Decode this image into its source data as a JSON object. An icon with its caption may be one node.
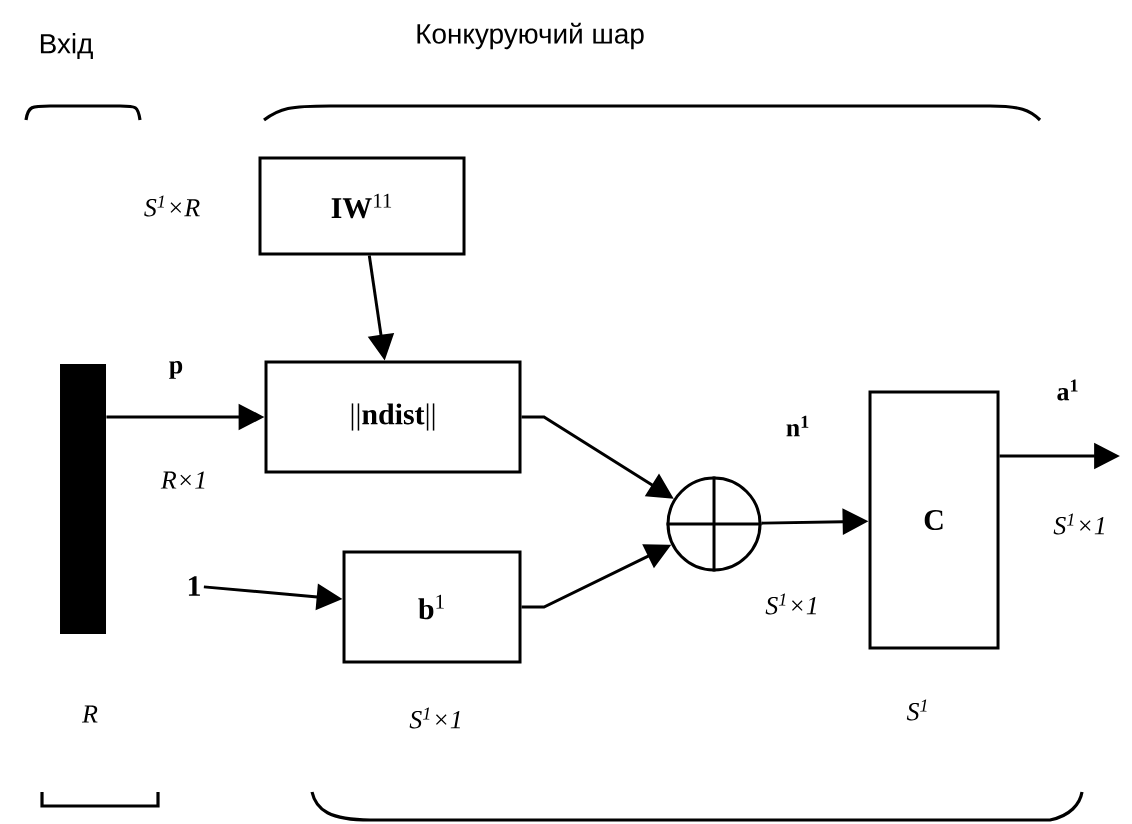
{
  "diagram": {
    "nodes": [
      {
        "text": [],
        "shape": "bar",
        "beside": [
          "R"
        ]
      },
      {
        "text": [
          "**IW**$^{11}$"
        ],
        "beside": [
          "S$^{1}$×R"
        ]
      },
      {
        "text": [
          "||**ndist**||"
        ]
      },
      {
        "text": [
          "1"
        ]
      },
      {
        "text": [
          "**b**$^{1}$"
        ],
        "beside": [
          "S$^{1}$×1"
        ]
      },
      {
        "text": [],
        "shape": "circle"
      },
      {
        "text": [
          "C"
        ],
        "beside": [
          "S$^{1}$"
        ]
      }
    ],
    "edges": [
      {
        "from": 0,
        "to": 2,
        "arrow": "to",
        "label": "p"
      },
      {
        "from": 1,
        "to": 2,
        "arrow": "to"
      },
      {
        "from": 3,
        "to": 4,
        "arrow": "to"
      },
      {
        "from": 2,
        "to": 5,
        "arrow": "to"
      },
      {
        "from": 4,
        "to": 5,
        "arrow": "to"
      },
      {
        "from": 5,
        "to": 6,
        "arrow": "to",
        "label": "n$^{1}$"
      },
      {
        "from": 6,
        "to": null,
        "arrow": "to",
        "label": "a$^{1}$"
      }
    ],
    "labels": [
      "Вхід",
      "Конкуруючий шар",
      "R×1",
      "S$^{1}$×1",
      "S$^{1}$×1"
    ]
  }
}
